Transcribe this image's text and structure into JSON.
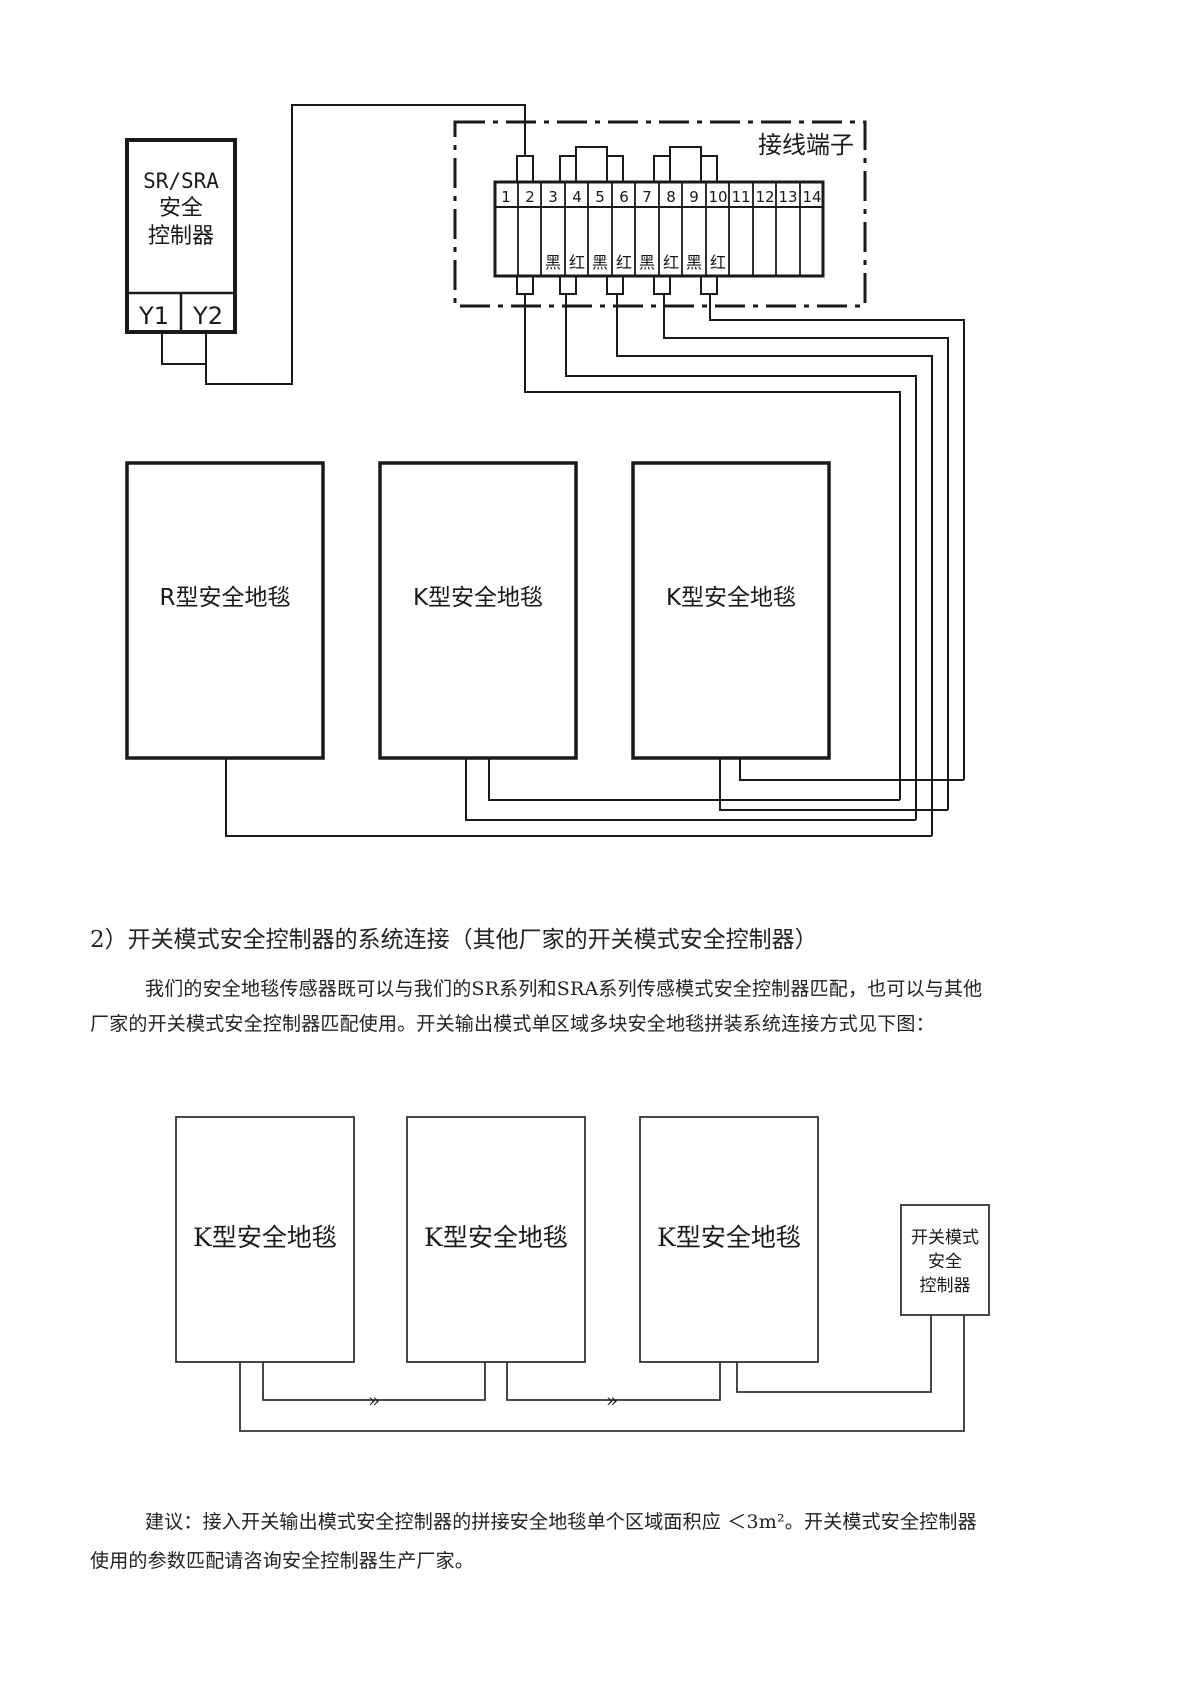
{
  "diagram1": {
    "controller": {
      "line1": "SR/SRA",
      "line2": "安全",
      "line3": "控制器",
      "y1": "Y1",
      "y2": "Y2"
    },
    "terminal_title": "接线端子",
    "terminal_numbers": [
      "1",
      "2",
      "3",
      "4",
      "5",
      "6",
      "7",
      "8",
      "9",
      "10",
      "11",
      "12",
      "13",
      "14"
    ],
    "wire_colors": [
      "黑",
      "红",
      "黑",
      "红",
      "黑",
      "红",
      "黑",
      "红"
    ],
    "mats": [
      "R型安全地毯",
      "K型安全地毯",
      "K型安全地毯"
    ]
  },
  "section_heading": "2）开关模式安全控制器的系统连接（其他厂家的开关模式安全控制器）",
  "paragraph1": {
    "line1": "我们的安全地毯传感器既可以与我们的SR系列和SRA系列传感模式安全控制器匹配，也可以与其他",
    "line2": "厂家的开关模式安全控制器匹配使用。开关输出模式单区域多块安全地毯拼装系统连接方式见下图："
  },
  "diagram2": {
    "mats": [
      "K型安全地毯",
      "K型安全地毯",
      "K型安全地毯"
    ],
    "controller": {
      "line1": "开关模式",
      "line2": "安全",
      "line3": "控制器"
    },
    "arrow": "»"
  },
  "paragraph2": {
    "line1": "建议：接入开关输出模式安全控制器的拼接安全地毯单个区域面积应 ＜3m²。开关模式安全控制器",
    "line2": "使用的参数匹配请咨询安全控制器生产厂家。"
  }
}
